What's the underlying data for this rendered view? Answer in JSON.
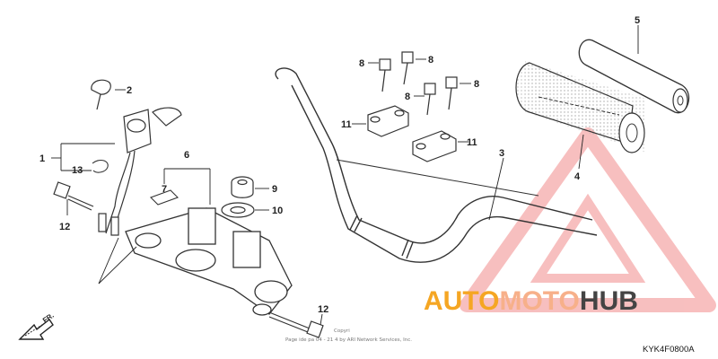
{
  "diagram": {
    "callouts": [
      "1",
      "2",
      "3",
      "4",
      "5",
      "6",
      "7",
      "8",
      "9",
      "10",
      "11",
      "12",
      "13"
    ],
    "front_marker": "FR.",
    "diagram_code": "KYK4F0800A",
    "copyright_line1": "Copyri",
    "copyright_line2": "Page ide pa     04 - 21 4 by ARI Network Services, Inc.",
    "watermark": {
      "part1": "AUTO",
      "part2": "MOTO",
      "part3": "HUB",
      "color1": "#f5a623",
      "color2": "#f7b08a",
      "color3": "#444444",
      "triangle_color": "#f28b8b"
    }
  }
}
